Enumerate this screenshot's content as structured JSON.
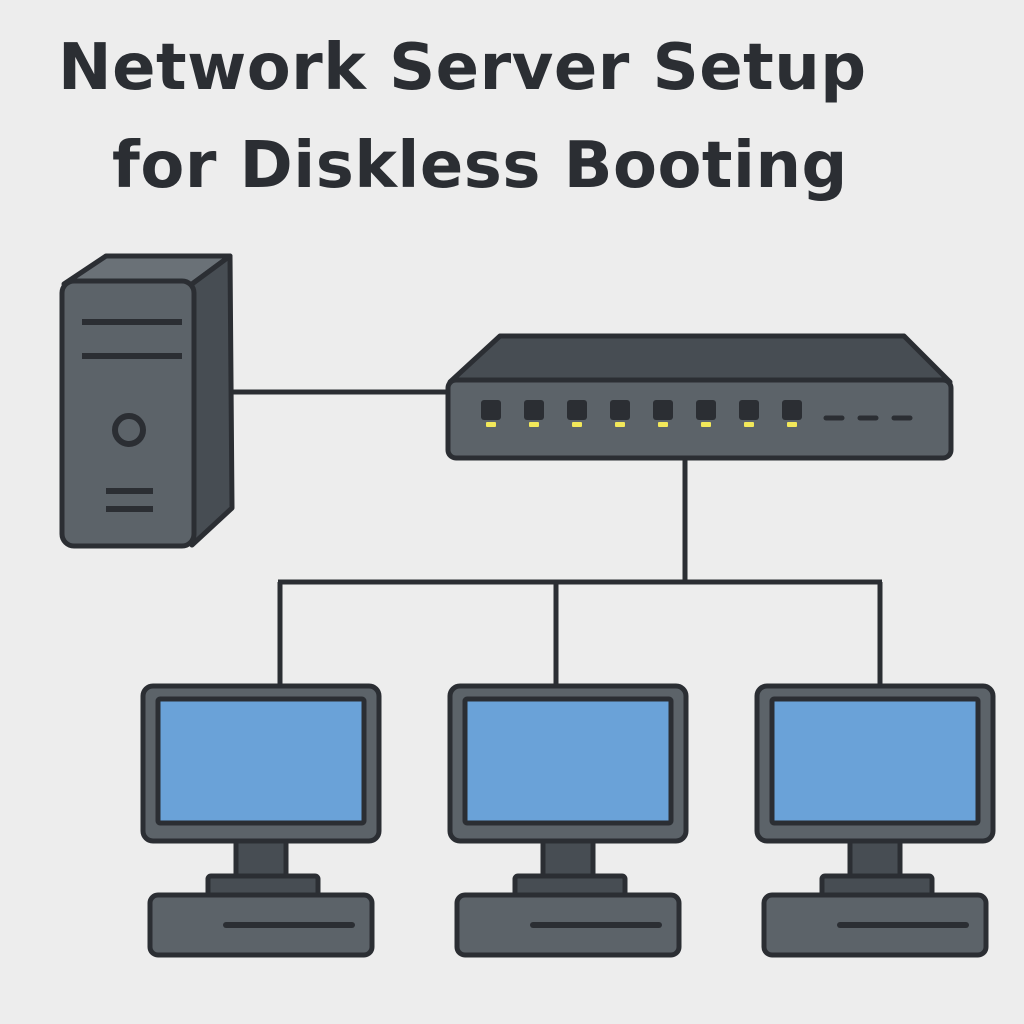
{
  "title": {
    "line1": "Network Server Setup",
    "line2": "for Diskless Booting"
  },
  "nodes": {
    "server": {
      "icon": "server-tower-icon"
    },
    "switch": {
      "icon": "network-switch-icon",
      "ports": 8,
      "port_led_color": "#f2e85a"
    },
    "clients": [
      {
        "icon": "diskless-client-computer-icon"
      },
      {
        "icon": "diskless-client-computer-icon"
      },
      {
        "icon": "diskless-client-computer-icon"
      }
    ]
  },
  "colors": {
    "background": "#ededed",
    "outline": "#2b2e33",
    "device_gray": "#5c6369",
    "device_dark": "#474d53",
    "screen_blue": "#6aa2d8",
    "link": "#2b2e33"
  }
}
